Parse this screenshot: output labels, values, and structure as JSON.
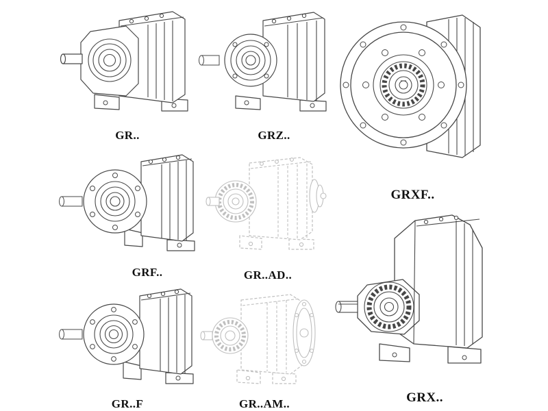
{
  "page": {
    "title": "Gear reducer series catalog drawings",
    "background_color": "#ffffff"
  },
  "style": {
    "line_color": "#474747",
    "faint_line_color": "#bfbfbf",
    "label_color": "#101010"
  },
  "figures": [
    {
      "id": "gr",
      "label": "GR..",
      "drawing": "foot-mounted helical gearbox, solid shaft left, solid line style"
    },
    {
      "id": "grz",
      "label": "GRZ..",
      "drawing": "foot-mounted helical gearbox with input flange ring, solid line style"
    },
    {
      "id": "grxf",
      "label": "GRXF..",
      "drawing": "flange-mounted gearbox, large front flange with bolt circle, solid line style"
    },
    {
      "id": "grf",
      "label": "GRF..",
      "drawing": "foot and flange mounted gearbox, bolted flange disc, solid line style"
    },
    {
      "id": "grad",
      "label": "GR..AD..",
      "drawing": "gearbox with input adapter, faint/phantom line style"
    },
    {
      "id": "grff",
      "label": "GR..F",
      "drawing": "foot and flange mounted gearbox, bolted flange disc, solid line style"
    },
    {
      "id": "gram",
      "label": "GR..AM..",
      "drawing": "gearbox with motor adapter flange at rear, faint/phantom line style"
    },
    {
      "id": "grx",
      "label": "GRX..",
      "drawing": "large foot-mounted helical gearbox, faceted housing, toothed hub, solid line style"
    }
  ]
}
